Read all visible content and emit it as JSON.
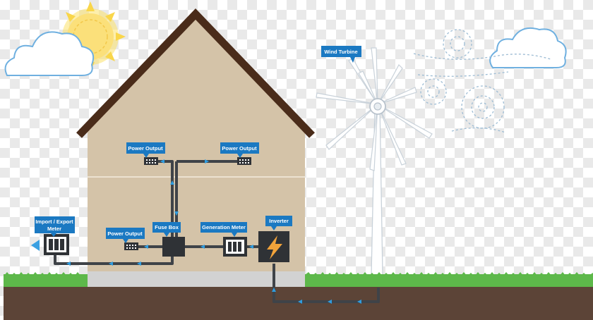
{
  "labels": {
    "wind_turbine": "Wind Turbine",
    "power_output_1": "Power Output",
    "power_output_2": "Power Output",
    "power_output_3": "Power Output",
    "fuse_box": "Fuse Box",
    "generation_meter": "Generation Meter",
    "inverter": "Inverter",
    "import_export_meter_line1": "Import / Export",
    "import_export_meter_line2": "Meter"
  },
  "colors": {
    "label_bg": "#1b79c2",
    "house_wall": "#d4c3a8",
    "roof": "#4a2c1a",
    "grass": "#5db84a",
    "soil": "#5c4437",
    "cable": "#3f4348",
    "flow_arrow": "#2f9de0",
    "inverter_bolt": "#f2a33a"
  },
  "icons": [
    "sun-icon",
    "cloud-icon",
    "wind-swirl-icon",
    "wind-turbine-icon",
    "lightning-bolt-icon",
    "socket-icon",
    "meter-icon",
    "fuse-box-icon"
  ]
}
